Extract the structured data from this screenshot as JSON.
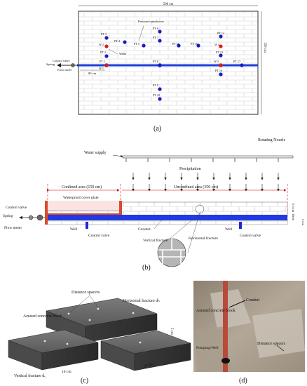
{
  "panel_a": {
    "caption": "(a)",
    "width_dim": "500 cm",
    "height_dim": "150 cm",
    "spring": "Spring",
    "control_valve": "Control valve",
    "flow_meter": "Flow meter",
    "offset_dim": "80 cm",
    "pressure_transducers": "Pressure transducers",
    "wells": "Wells",
    "sensors": [
      {
        "id": "PT 3"
      },
      {
        "id": "PT 4"
      },
      {
        "id": "PT 2"
      },
      {
        "id": "PT 1"
      },
      {
        "id": "PT 6"
      },
      {
        "id": "PT 7"
      },
      {
        "id": "PT 5"
      },
      {
        "id": "PT 11"
      },
      {
        "id": "PT 10"
      },
      {
        "id": "PT 14"
      },
      {
        "id": "PT 13"
      },
      {
        "id": "PT 8"
      },
      {
        "id": "PT 16"
      },
      {
        "id": "PT 17"
      },
      {
        "id": "PT 9"
      },
      {
        "id": "PT 10"
      }
    ],
    "well_labels": [
      "W 1",
      "W 2",
      "W 3",
      "W 4"
    ]
  },
  "panel_b": {
    "caption": "(b)",
    "rotating_nozzle": "Rotating Nozzle",
    "water_supply": "Water supply",
    "precipitation": "Precipitation",
    "confined": "Confined area (150 cm)",
    "unconfined": "Unconfined area (350 cm)",
    "cover_plate": "Waterproof cover plate",
    "control_valve_top": "Control valve",
    "spring": "Spring",
    "flow_meter": "Flow meter",
    "well_left": "Well",
    "well_right": "Well",
    "control_valve_left": "Control valve",
    "control_valve_right": "Control valve",
    "conduit": "Conduit",
    "vertical_fracture": "Vertical fracture",
    "horizontal_fracture": "Horizontal fracture",
    "dims": [
      "6.5 cm",
      "10cm",
      "5 cm"
    ]
  },
  "panel_c": {
    "caption": "(c)",
    "distance_spacers": "Distance spacers",
    "aerated_block": "Aerated concrete block",
    "horizontal_fracture": "Horizontal fracture dₕ",
    "vertical_fracture": "Vertical fracture dᵥ",
    "dim_5": "5 cm",
    "dim_20": "20 cm",
    "dim_10": "10 cm"
  },
  "panel_d": {
    "caption": "(d)",
    "conduit": "Conduit",
    "aerated_block": "Aerated concrete block",
    "pumping_well": "Pumping/Well",
    "distance_spacers": "Distance spacers"
  }
}
